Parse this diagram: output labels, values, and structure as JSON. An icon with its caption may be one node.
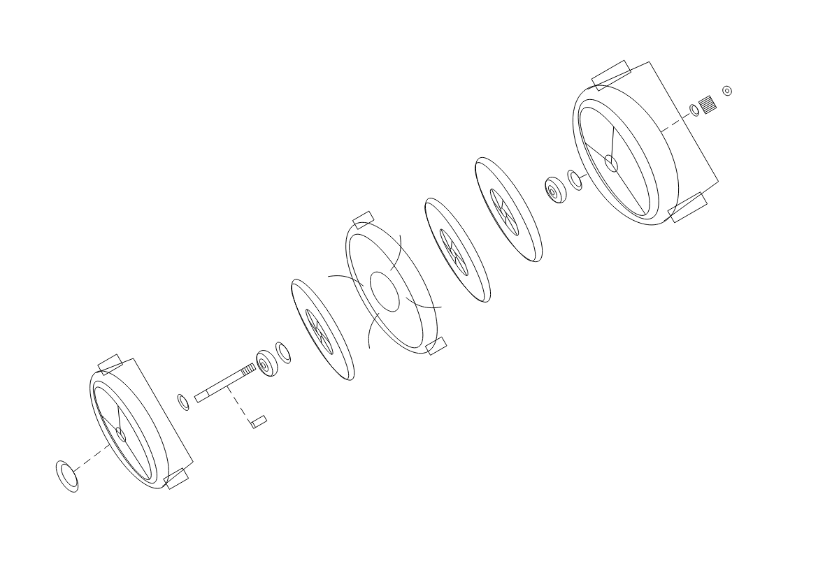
{
  "diagram": {
    "nodes": [
      {
        "text": [],
        "shape": "picture"
      },
      {
        "text": [],
        "shape": "picture"
      },
      {
        "text": [],
        "shape": "picture"
      },
      {
        "text": [],
        "shape": "picture"
      },
      {
        "text": [],
        "shape": "picture"
      },
      {
        "text": [],
        "shape": "picture"
      },
      {
        "text": [],
        "shape": "picture"
      },
      {
        "text": [],
        "shape": "picture"
      },
      {
        "text": [],
        "shape": "picture"
      },
      {
        "text": [],
        "shape": "picture"
      },
      {
        "text": [],
        "shape": "picture"
      },
      {
        "text": [],
        "shape": "picture"
      },
      {
        "text": [],
        "shape": "picture"
      },
      {
        "text": [],
        "shape": "picture"
      },
      {
        "text": [],
        "shape": "picture"
      },
      {
        "text": [],
        "shape": "picture"
      },
      {
        "text": [],
        "shape": "picture"
      }
    ],
    "edges": [
      {
        "from": 0,
        "to": 1,
        "arrow": "none",
        "style": "dashed"
      },
      {
        "from": 3,
        "to": 4,
        "arrow": "none",
        "style": "dashed"
      },
      {
        "from": 12,
        "to": 13,
        "arrow": "none",
        "style": "dashed"
      },
      {
        "from": 13,
        "to": 14,
        "arrow": "none",
        "style": "dashed"
      }
    ]
  }
}
